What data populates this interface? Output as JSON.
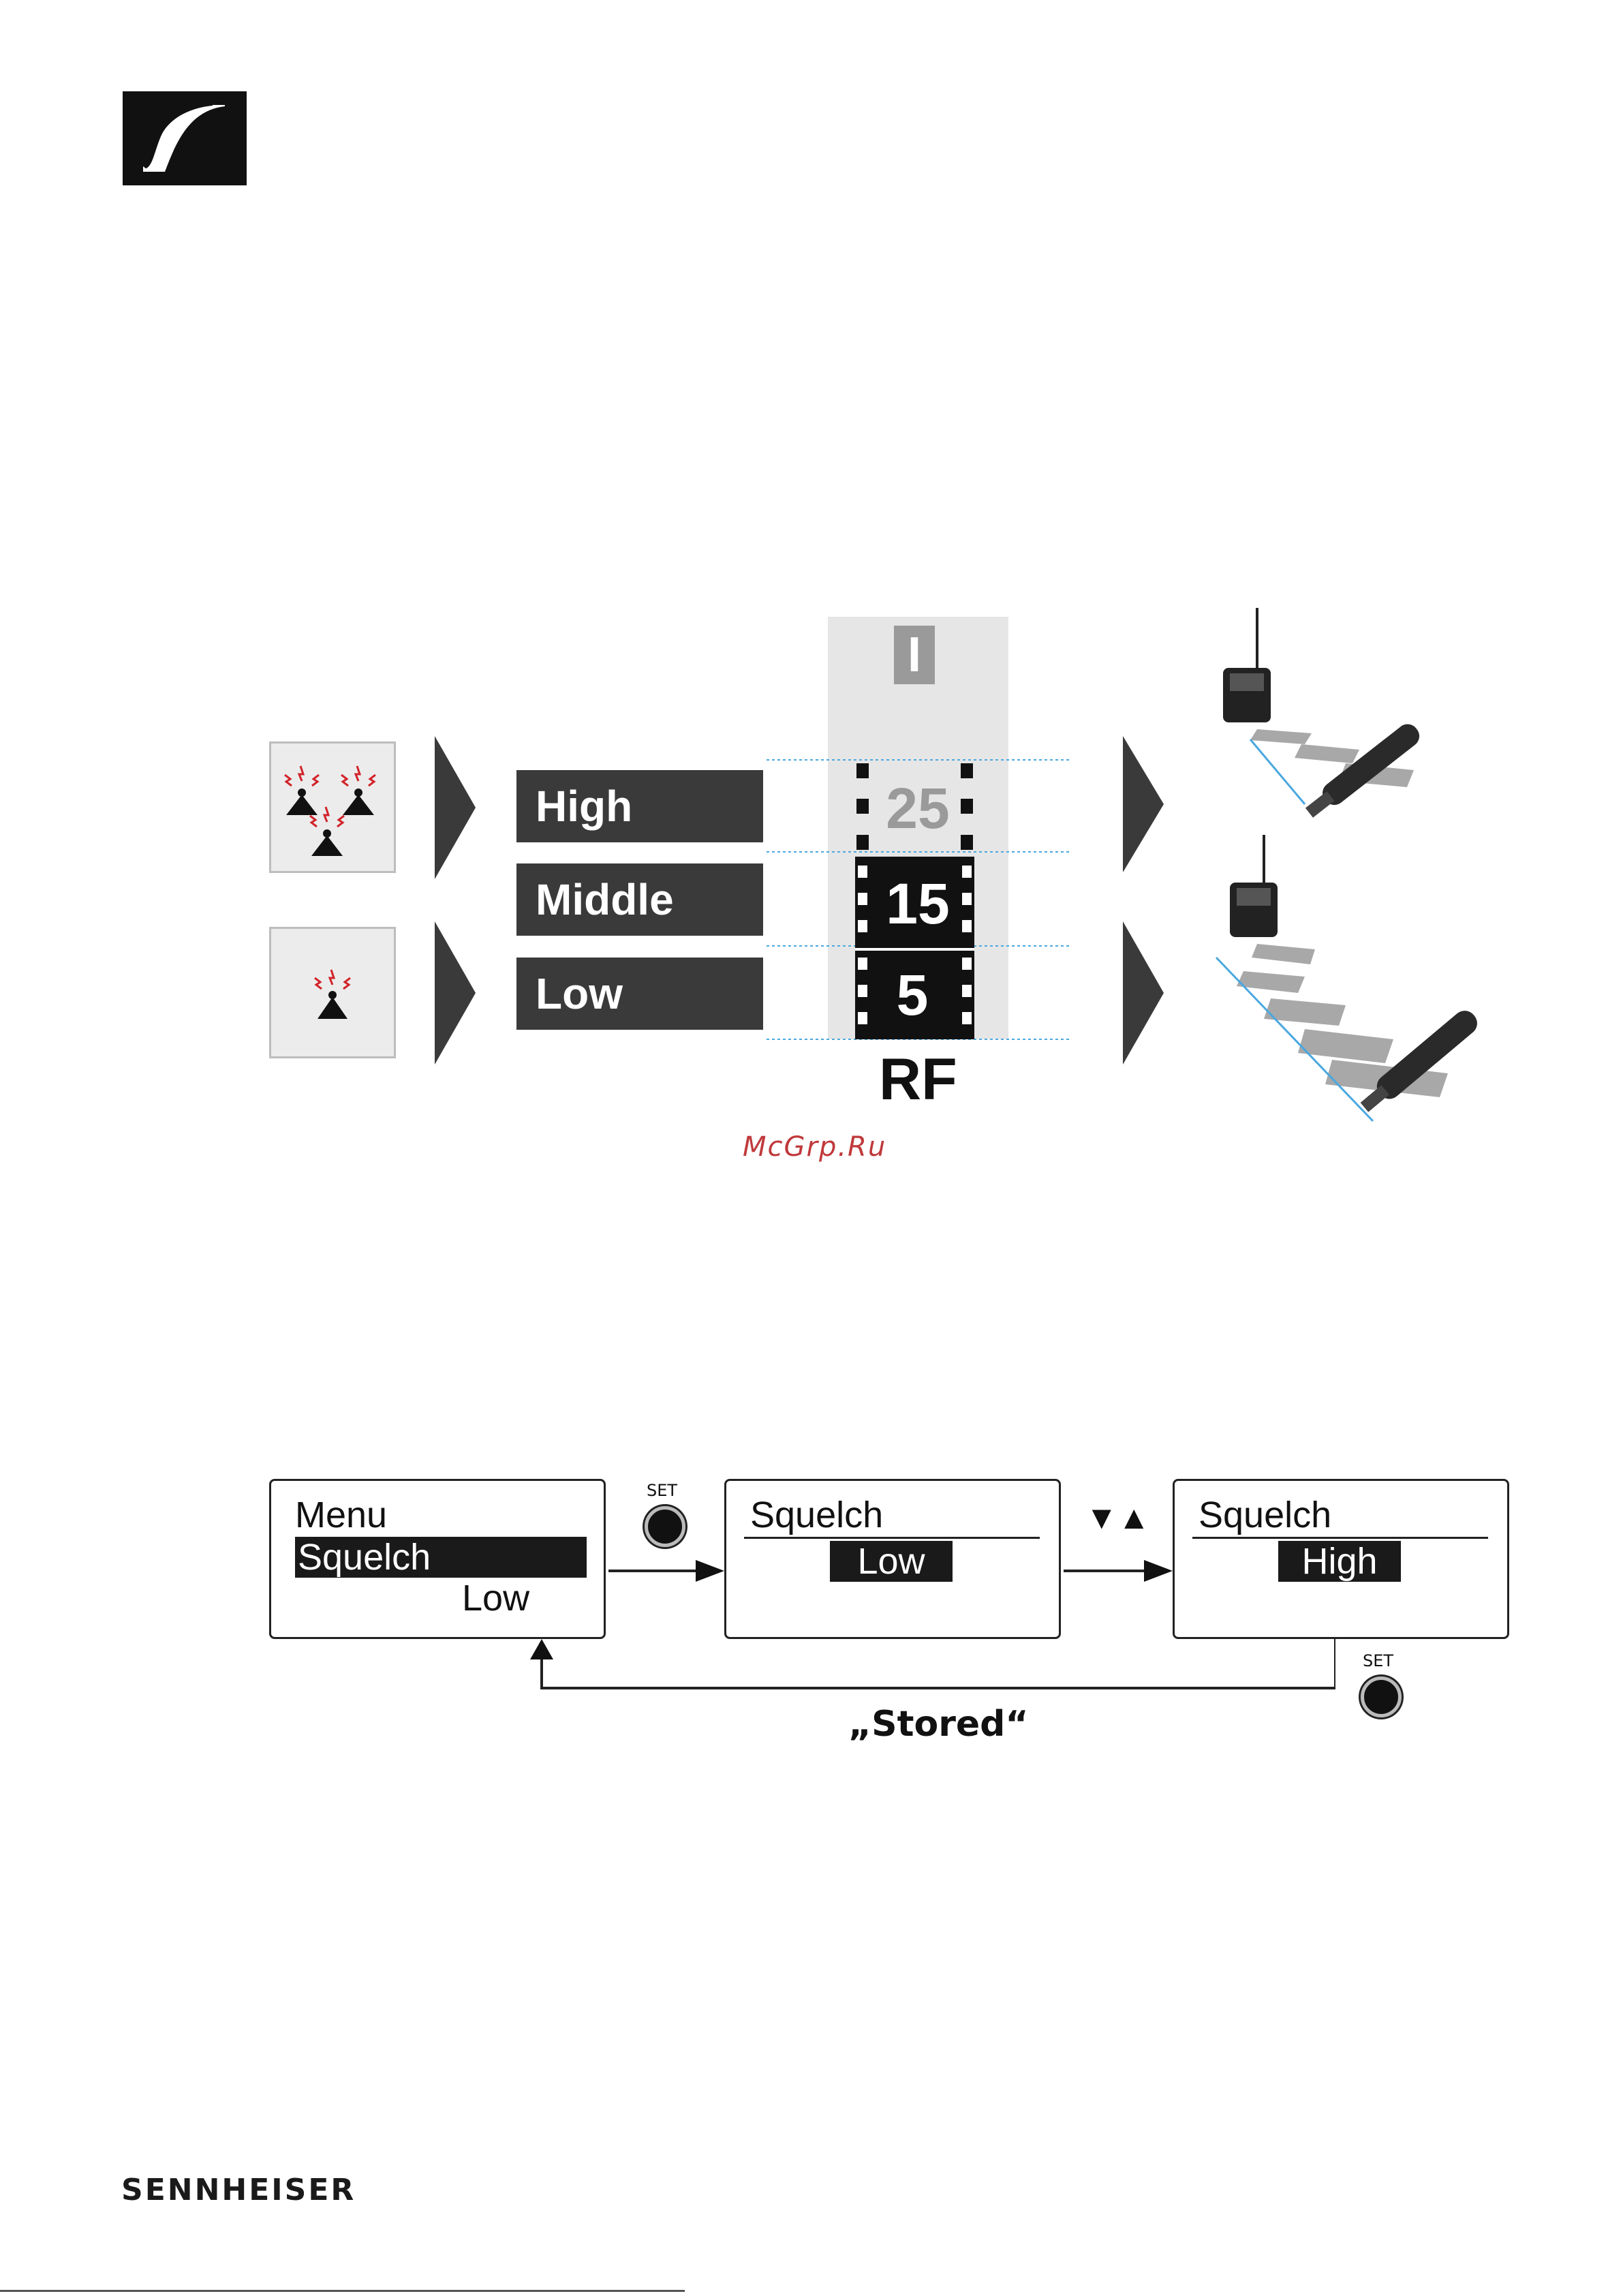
{
  "brand": {
    "wordmark": "SENNHEISER",
    "logo_icon": "sennheiser-logo-icon"
  },
  "squelch_figure": {
    "levels": [
      "High",
      "Middle",
      "Low"
    ],
    "rf_header": "I",
    "rf_values": [
      "25",
      "15",
      "5"
    ],
    "rf_label": "RF",
    "icons": [
      "interference-many-icon",
      "interference-few-icon",
      "transmitter-range-short-icon",
      "transmitter-range-long-icon"
    ]
  },
  "watermark": "McGrp.Ru",
  "menu_flow": {
    "screen1": {
      "line1": "Menu",
      "line2": "Squelch",
      "line3": "Low"
    },
    "button1_label": "SET",
    "screen2": {
      "title": "Squelch",
      "value": "Low"
    },
    "arrows_label": "▼▲",
    "screen3": {
      "title": "Squelch",
      "value": "High"
    },
    "button2_label": "SET",
    "result": "„Stored“"
  },
  "colors": {
    "bar": "#3a3a3a",
    "interference": "#d2232a",
    "guide": "#4aa8e0"
  }
}
